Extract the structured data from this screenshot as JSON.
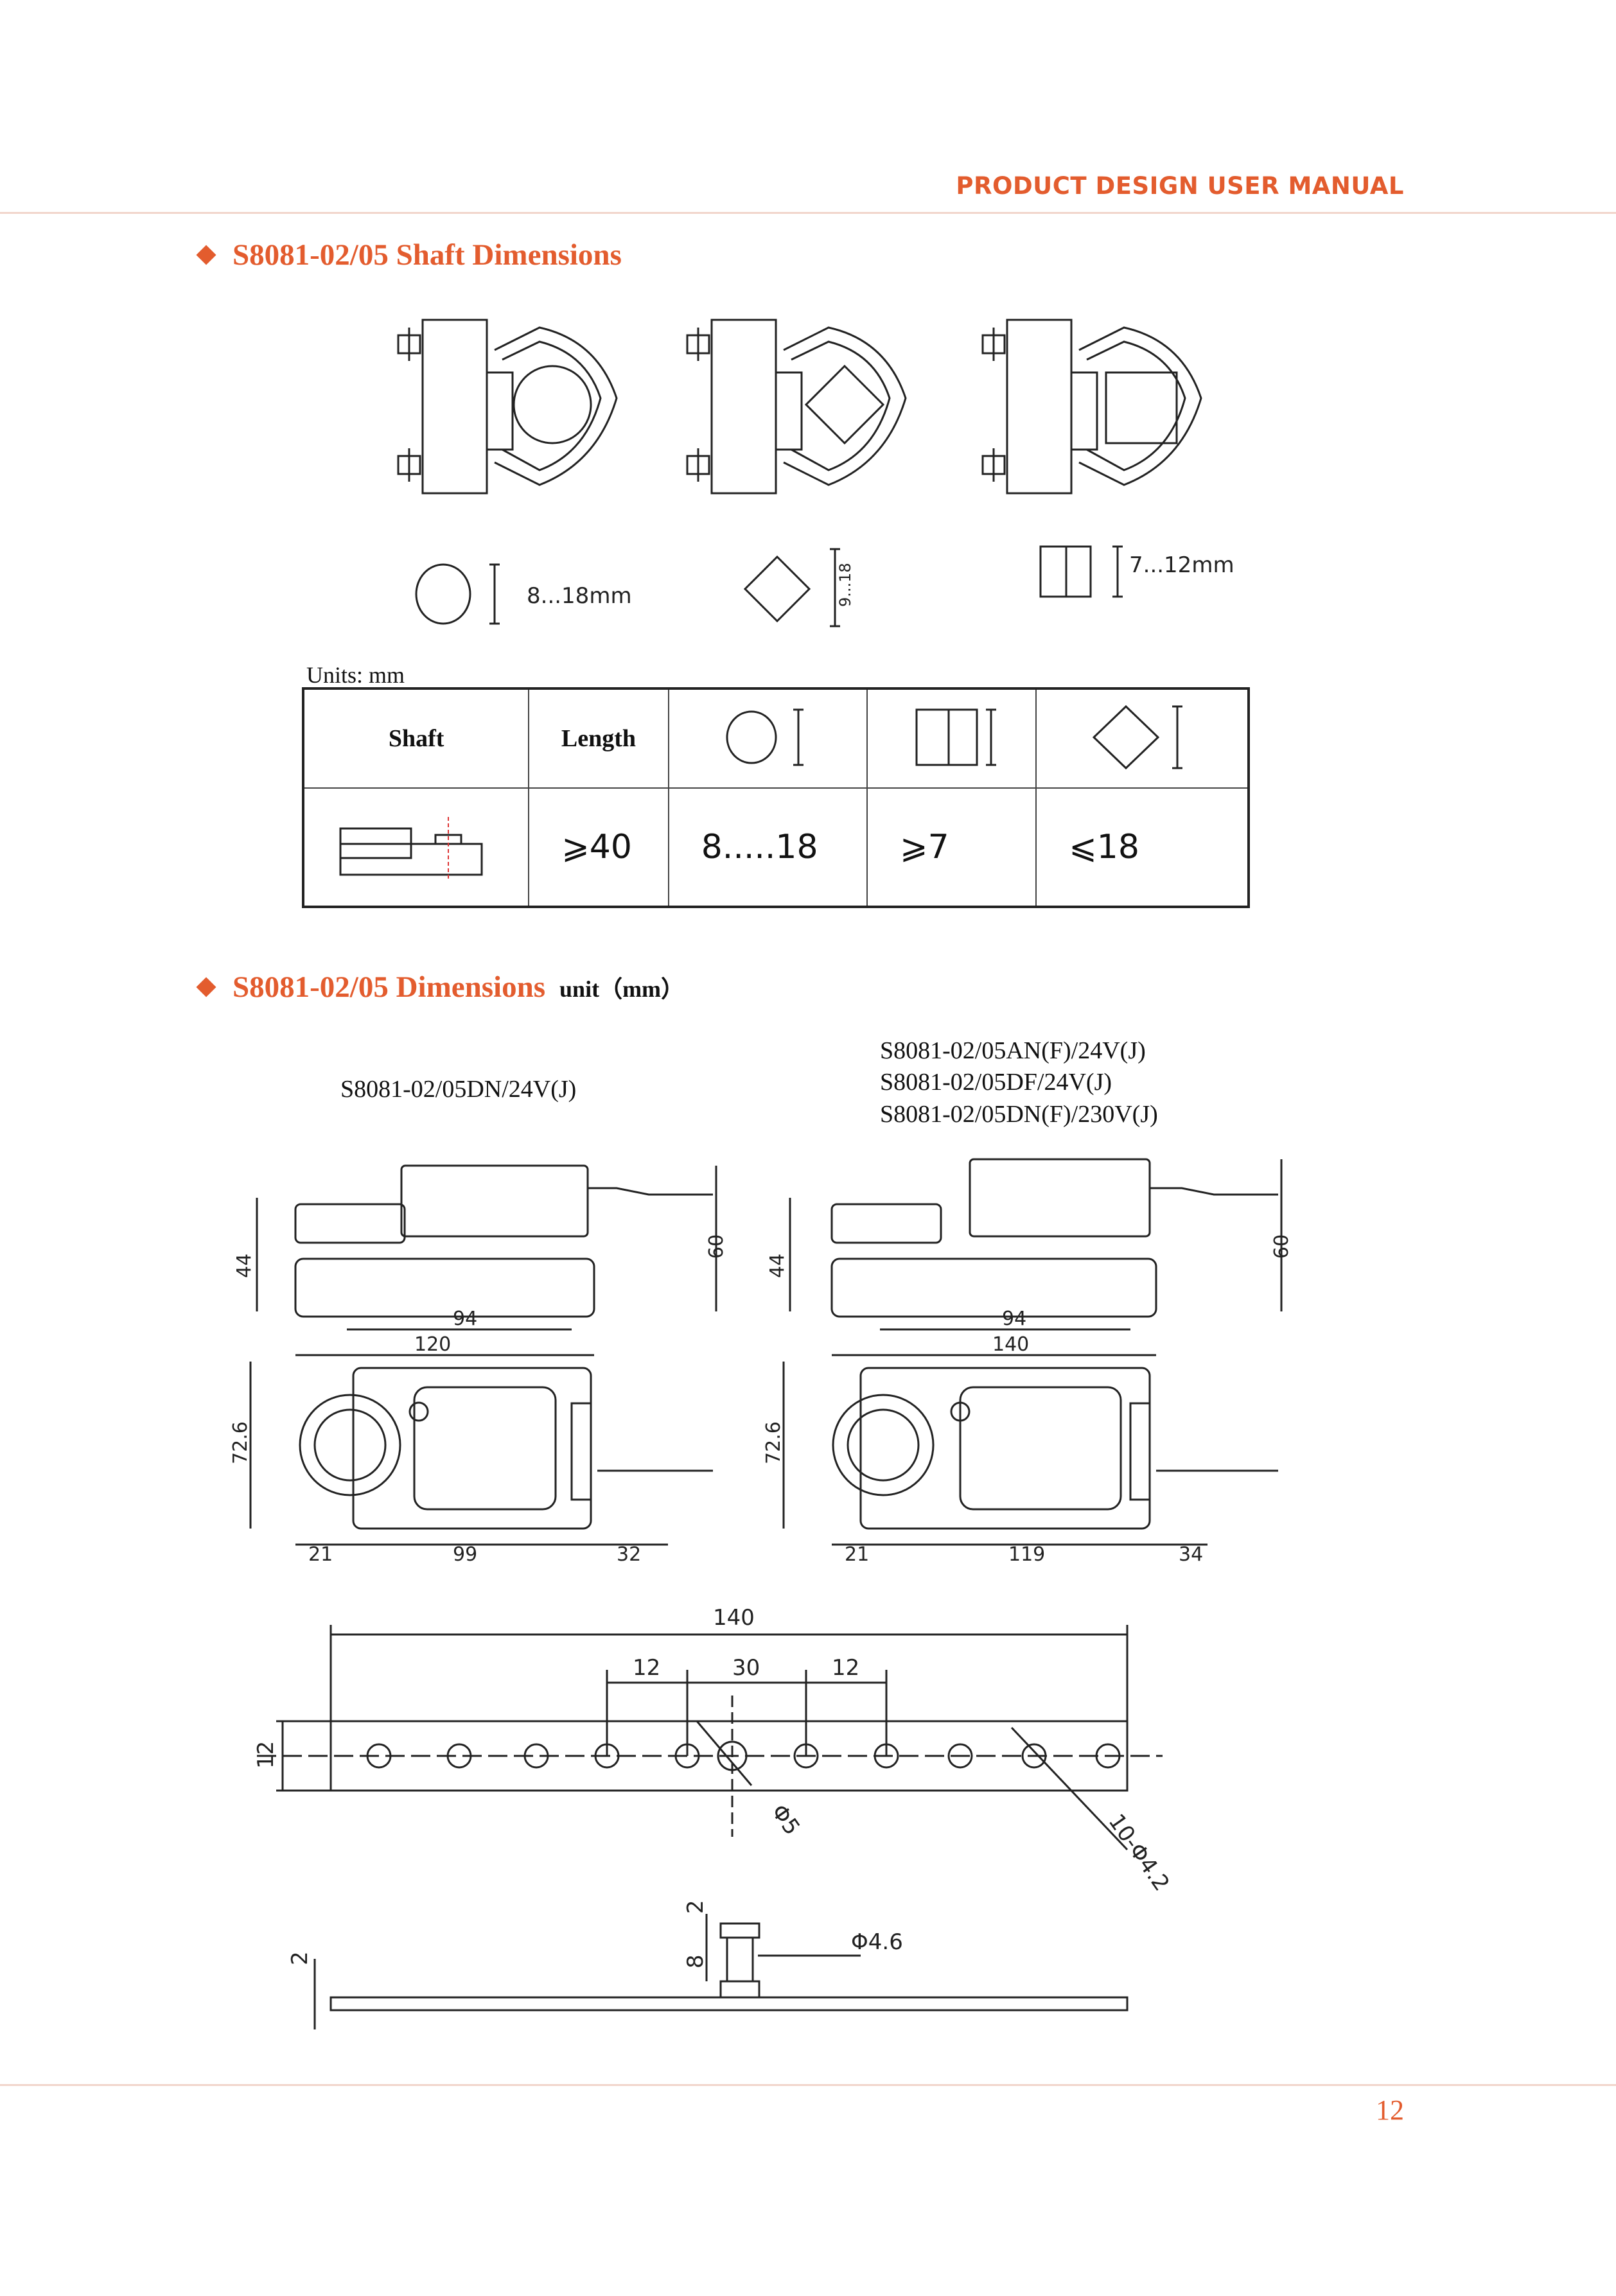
{
  "header": {
    "title": "PRODUCT DESIGN USER MANUAL"
  },
  "section1": {
    "title": "S8081-02/05 Shaft Dimensions"
  },
  "shaft_icons": {
    "round_label": "8...18mm",
    "square_label": "9...18",
    "flat_label": "7...12mm"
  },
  "table": {
    "units": "Units:  mm",
    "headers": {
      "shaft": "Shaft",
      "length": "Length"
    },
    "values": {
      "length": "⩾40",
      "round": "8.....18",
      "square": "⩾7",
      "diamond": "⩽18"
    }
  },
  "section2": {
    "title": "S8081-02/05 Dimensions",
    "unit": "unit（mm）"
  },
  "models": {
    "left": "S8081-02/05DN/24V(J)",
    "right": [
      "S8081-02/05AN(F)/24V(J)",
      "S8081-02/05DF/24V(J)",
      "S8081-02/05DN(F)/230V(J)"
    ]
  },
  "dims_left": {
    "h44": "44",
    "h60": "60",
    "w94": "94",
    "w120": "120",
    "h72": "72.6",
    "w21": "21",
    "w99": "99",
    "w32": "32"
  },
  "dims_right": {
    "h44": "44",
    "h60": "60",
    "w94": "94",
    "w140": "140",
    "h72": "72.6",
    "w21": "21",
    "w119": "119",
    "w34": "34"
  },
  "bracket": {
    "length": "140",
    "pitch_a": "12",
    "pitch_mid": "30",
    "pitch_b": "12",
    "height": "12",
    "center_hole": "Φ5",
    "holes": "10-Φ4.2",
    "pin_top": "2",
    "pin_h": "8",
    "pin_d": "Φ4.6",
    "thickness": "2"
  },
  "page": {
    "number": "12"
  }
}
